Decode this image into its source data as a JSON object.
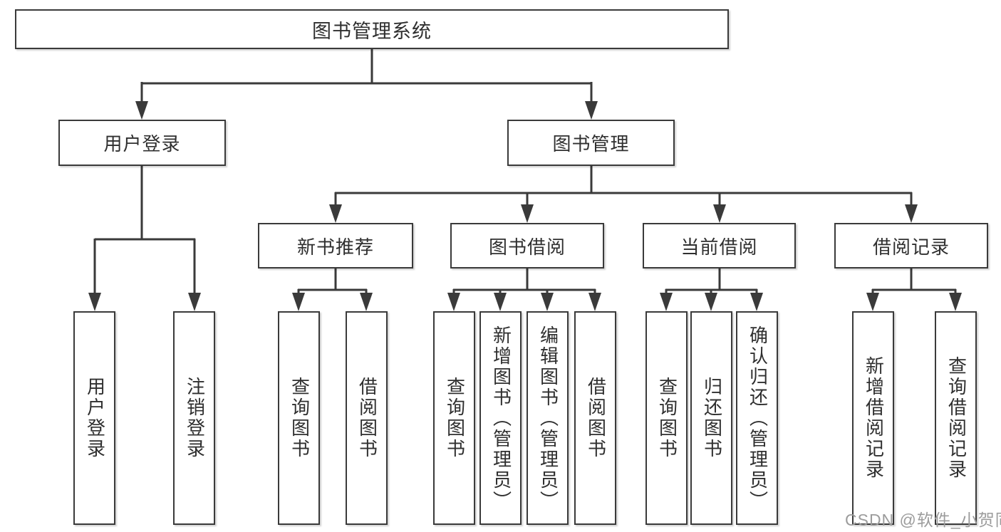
{
  "diagram": {
    "root": {
      "label": "图书管理系统"
    },
    "branches": [
      {
        "label": "用户登录",
        "children": [
          {
            "label": "用户登录"
          },
          {
            "label": "注销登录"
          }
        ]
      },
      {
        "label": "图书管理",
        "children": [
          {
            "label": "新书推荐",
            "children": [
              {
                "label": "查询图书"
              },
              {
                "label": "借阅图书"
              }
            ]
          },
          {
            "label": "图书借阅",
            "children": [
              {
                "label": "查询图书"
              },
              {
                "label": "新增图书（管理员）"
              },
              {
                "label": "编辑图书（管理员）"
              },
              {
                "label": "借阅图书"
              }
            ]
          },
          {
            "label": "当前借阅",
            "children": [
              {
                "label": "查询图书"
              },
              {
                "label": "归还图书"
              },
              {
                "label": "确认归还（管理员）"
              }
            ]
          },
          {
            "label": "借阅记录",
            "children": [
              {
                "label": "新增借阅记录"
              },
              {
                "label": "查询借阅记录"
              }
            ]
          }
        ]
      }
    ]
  },
  "watermark": {
    "text": "CSDN @软件_小贺同学",
    "color": "#9c9c9c"
  },
  "colors": {
    "line": "#3a3a3a",
    "border": "#3a3a3a",
    "text": "#2f2f2f",
    "background": "#ffffff"
  }
}
